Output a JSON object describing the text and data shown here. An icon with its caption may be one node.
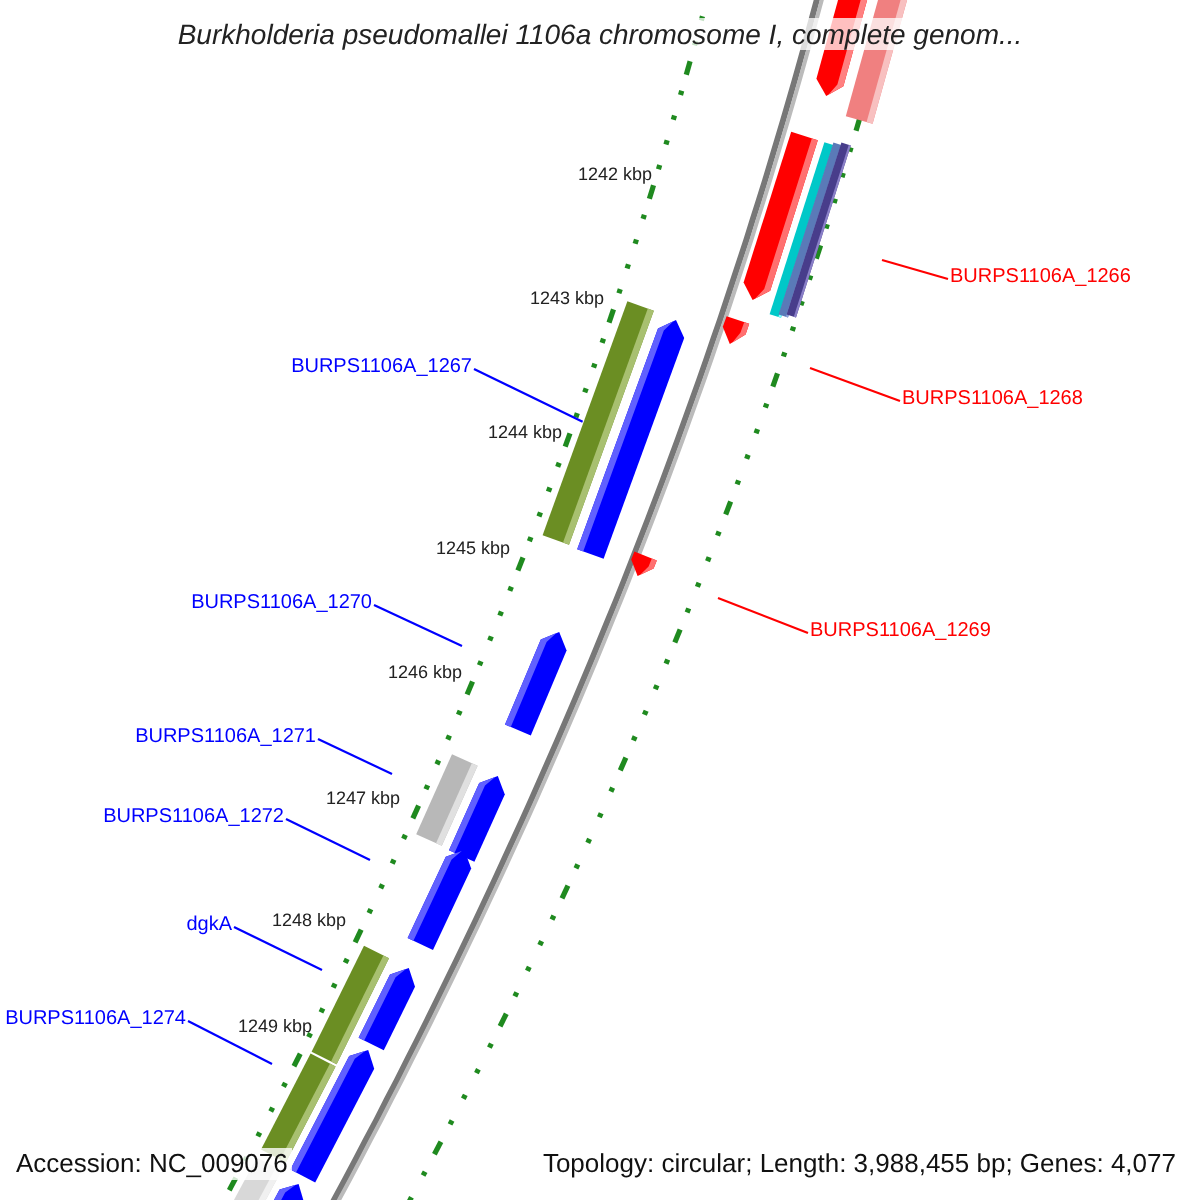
{
  "diagram": {
    "title": "Burkholderia pseudomallei 1106a chromosome I, complete genom...",
    "nodes": [
      {
        "text": [
          "BURPS1106A_1266"
        ]
      },
      {
        "text": [
          "BURPS1106A_1267"
        ]
      },
      {
        "text": [
          "BURPS1106A_1268"
        ]
      },
      {
        "text": [
          "BURPS1106A_1270"
        ]
      },
      {
        "text": [
          "BURPS1106A_1269"
        ]
      },
      {
        "text": [
          "BURPS1106A_1271"
        ]
      },
      {
        "text": [
          "BURPS1106A_1272"
        ]
      },
      {
        "text": [
          "dgkA"
        ]
      },
      {
        "text": [
          "BURPS1106A_1274"
        ]
      },
      {
        "text": [],
        "shape": "bar"
      }
    ],
    "edges": [
      {
        "from": 0,
        "to": null,
        "arrow": "none",
        "color": "#ff0000"
      },
      {
        "from": 1,
        "to": 9,
        "arrow": "none"
      },
      {
        "from": 2,
        "to": null,
        "arrow": "none",
        "color": "#ff0000"
      },
      {
        "from": 3,
        "to": null,
        "arrow": "none"
      },
      {
        "from": 4,
        "to": null,
        "arrow": "none",
        "color": "#ff0000"
      },
      {
        "from": 5,
        "to": null,
        "arrow": "none"
      },
      {
        "from": 6,
        "to": null,
        "arrow": "none"
      },
      {
        "from": 7,
        "to": null,
        "arrow": "none"
      },
      {
        "from": 8,
        "to": null,
        "arrow": "none"
      }
    ],
    "labels": [
      "1242 kbp",
      "1243 kbp",
      "1244 kbp",
      "1245 kbp",
      "1246 kbp",
      "1247 kbp",
      "1248 kbp",
      "1249 kbp",
      "Accession: NC_009076",
      "Topology: circular; Length: 3,988,455 bp; Genes: 4,077"
    ]
  }
}
